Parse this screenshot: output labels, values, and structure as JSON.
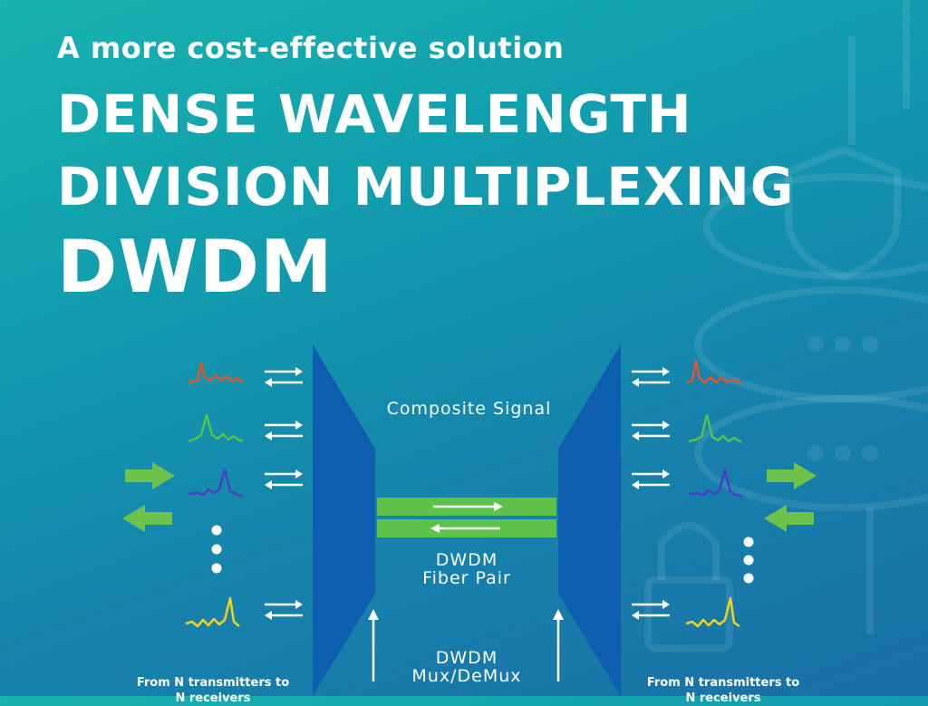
{
  "header": {
    "subtitle": "A more cost-effective solution",
    "title_line1": "DENSE WAVELENGTH",
    "title_line2": "DIVISION MULTIPLEXING",
    "title_line3": "DWDM"
  },
  "diagram": {
    "composite_label": "Composite Signal",
    "fiber_label_line1": "DWDM",
    "fiber_label_line2": "Fiber Pair",
    "mux_label_line1": "DWDM",
    "mux_label_line2": "Mux/DeMux",
    "left_caption_line1": "From N transmitters to",
    "left_caption_line2": "N receivers",
    "right_caption_line1": "From N transmitters to",
    "right_caption_line2": "N receivers",
    "channel_colors": [
      "#e5532f",
      "#55c24b",
      "#4b3ec6",
      "#f3d21b"
    ],
    "arrow_color": "#6cc24a",
    "mux_color": "#0f5fb0",
    "fiber_color": "#5cc24a"
  }
}
